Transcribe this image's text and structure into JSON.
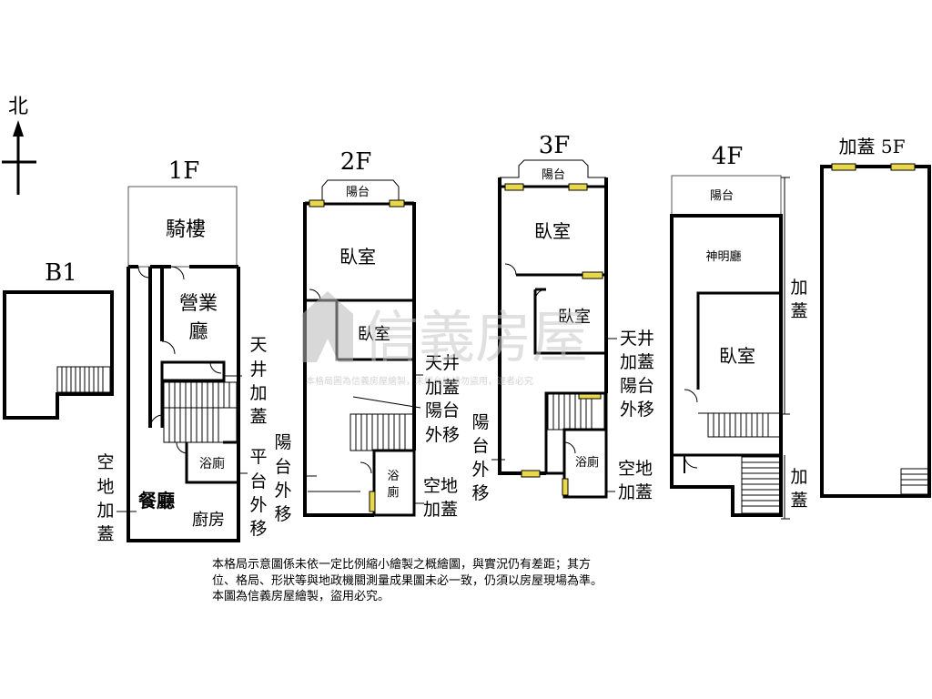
{
  "compass": {
    "label": "北"
  },
  "floors": {
    "b1": {
      "title": "B1"
    },
    "f1": {
      "title": "1F",
      "rooms": [
        "騎樓",
        "營業",
        "廳",
        "浴廁",
        "餐廳",
        "廚房"
      ]
    },
    "f2": {
      "title": "2F",
      "rooms": [
        "陽台",
        "臥室",
        "臥室",
        "浴",
        "廁"
      ]
    },
    "f3": {
      "title": "3F",
      "rooms": [
        "陽台",
        "臥室",
        "臥室",
        "浴廁"
      ]
    },
    "f4": {
      "title": "4F",
      "rooms": [
        "陽台",
        "神明廳",
        "臥室"
      ]
    },
    "f5": {
      "title": "加蓋 5F"
    }
  },
  "annotations": {
    "f1_shaft": [
      "天",
      "井",
      "加",
      "蓋"
    ],
    "f1_platform": [
      "平",
      "台",
      "外",
      "移"
    ],
    "f1_yard": [
      "空",
      "地",
      "加",
      "蓋"
    ],
    "f2_shaft": [
      "天井",
      "加蓋"
    ],
    "f2_balcony": [
      "陽台",
      "外移"
    ],
    "f2_side": [
      "陽",
      "台",
      "外",
      "移"
    ],
    "f2_yard": [
      "空地",
      "加蓋"
    ],
    "f3_balcony": [
      "陽",
      "台",
      "外",
      "移"
    ],
    "f3_shaft": [
      "天井",
      "加蓋",
      "陽台",
      "外移"
    ],
    "f3_yard": [
      "空地",
      "加蓋"
    ],
    "f4_top": [
      "加",
      "蓋"
    ],
    "f4_bottom": [
      "加",
      "蓋"
    ]
  },
  "watermark": {
    "brand": "信義房屋",
    "notice": "本格局圖為信義房屋繪製，未經允許請勿盜用，違者必究"
  },
  "disclaimer": [
    "本格局示意圖係未依一定比例縮小繪製之概繪圖，與實況仍有差距；其方",
    "位、格局、形狀等與地政機關測量成果圖未必一致，仍須以房屋現場為準。",
    "本圖為信義房屋繪製，盜用必究。"
  ],
  "colors": {
    "wall": "#000000",
    "window": "#e8d84a",
    "watermark": "#c8c8c8"
  }
}
